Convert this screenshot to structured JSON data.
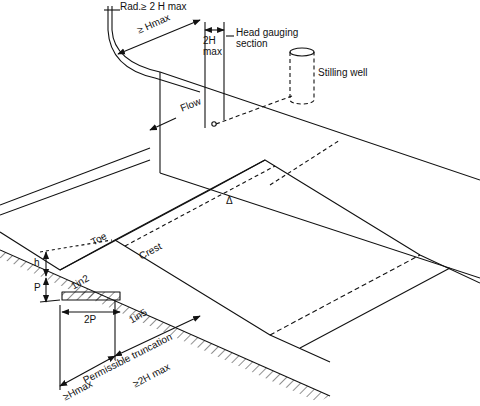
{
  "diagram": {
    "labels": [
      "Rad.≥ 2 H max",
      "≥ Hmax",
      "2H max",
      "Head gauging section",
      "Stilling well",
      "Flow",
      "h",
      "P",
      "Toe",
      "Crest",
      "Δ",
      "1in2",
      "2P",
      "1in5",
      "Permissible truncation",
      "≥Hmax",
      "≥2H max"
    ]
  }
}
